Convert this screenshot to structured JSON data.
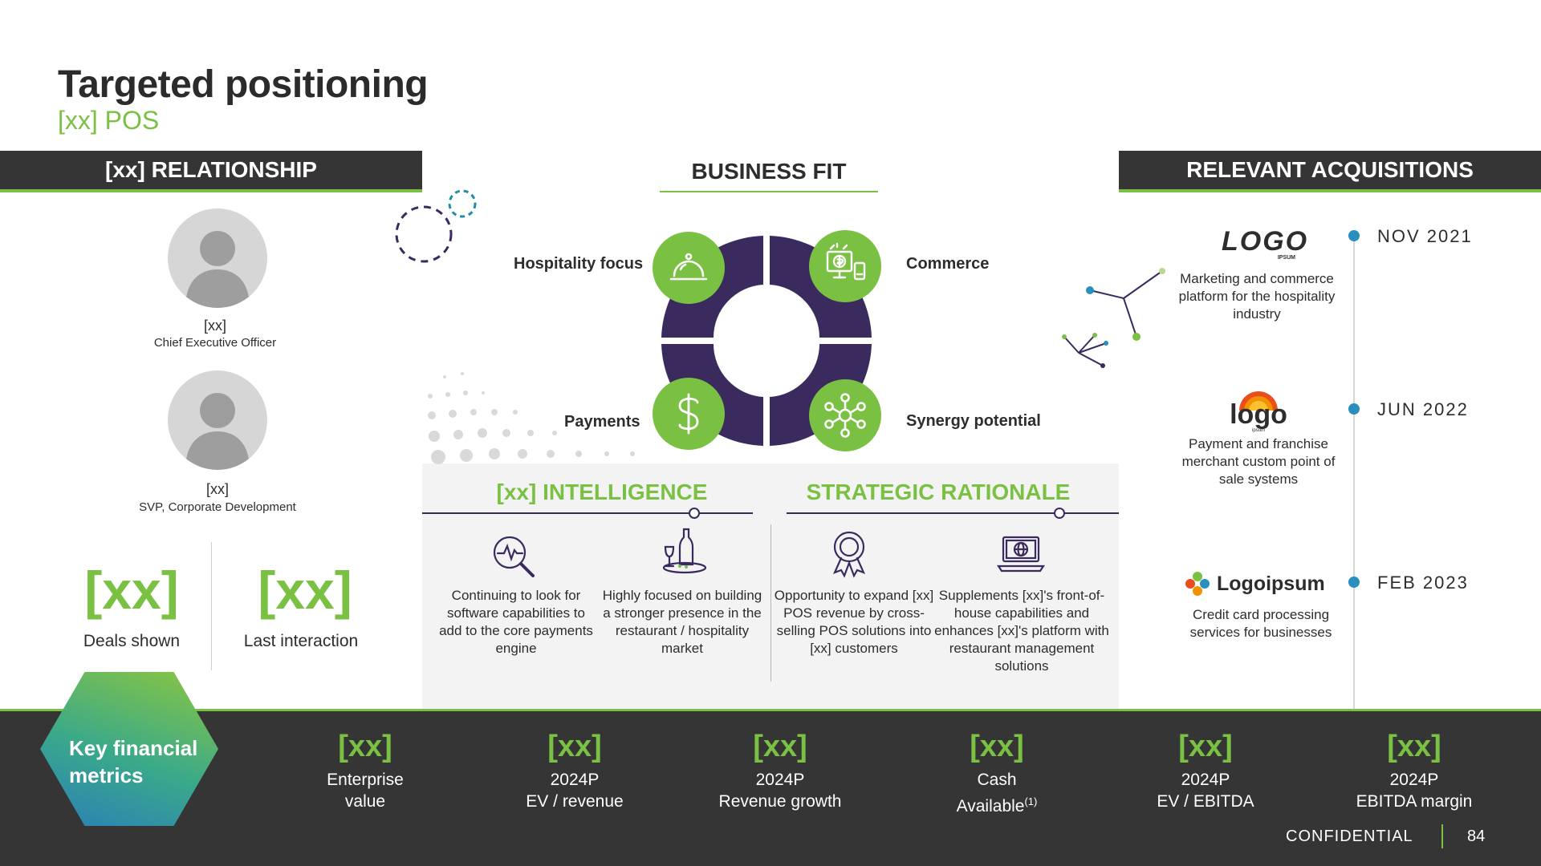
{
  "header": {
    "title": "Targeted positioning",
    "subtitle": "[xx] POS"
  },
  "relationship": {
    "title": "[xx] RELATIONSHIP",
    "people": [
      {
        "name": "[xx]",
        "role": "Chief Executive Officer"
      },
      {
        "name": "[xx]",
        "role": "SVP, Corporate Development"
      }
    ],
    "stats": [
      {
        "value": "[xx]",
        "label": "Deals shown"
      },
      {
        "value": "[xx]",
        "label": "Last interaction"
      }
    ]
  },
  "business_fit": {
    "title": "BUSINESS FIT",
    "items": [
      {
        "label": "Hospitality focus",
        "icon": "service-bell-icon"
      },
      {
        "label": "Commerce",
        "icon": "commerce-icon"
      },
      {
        "label": "Payments",
        "icon": "dollar-icon"
      },
      {
        "label": "Synergy potential",
        "icon": "network-icon"
      }
    ]
  },
  "intelligence": {
    "title": "[xx] INTELLIGENCE",
    "points": [
      {
        "text": "Continuing to look for software capabilities to add to the core payments engine",
        "icon": "analytics-search-icon"
      },
      {
        "text": "Highly focused on building a stronger presence in the restaurant / hospitality market",
        "icon": "restaurant-icon"
      }
    ]
  },
  "strategic": {
    "title": "STRATEGIC RATIONALE",
    "points": [
      {
        "text": "Opportunity to expand [xx] POS revenue by cross-selling POS solutions into [xx] customers",
        "icon": "award-icon"
      },
      {
        "text": "Supplements [xx]'s front-of-house capabilities and enhances [xx]'s platform with restaurant management solutions",
        "icon": "laptop-globe-icon"
      }
    ]
  },
  "acquisitions": {
    "title": "RELEVANT ACQUISITIONS",
    "items": [
      {
        "date": "NOV 2021",
        "logo_text": "LOGO",
        "logo_sub": "IPSUM",
        "description": "Marketing and commerce platform for the hospitality industry"
      },
      {
        "date": "JUN 2022",
        "logo_text": "logo",
        "logo_sub": "ipsum",
        "description": "Payment and franchise merchant custom point of sale systems"
      },
      {
        "date": "FEB 2023",
        "logo_text": "Logoipsum",
        "description": "Credit card processing services for businesses"
      }
    ]
  },
  "financials": {
    "title": "Key financial metrics",
    "metrics": [
      {
        "value": "[xx]",
        "label_line1": "Enterprise",
        "label_line2": "value"
      },
      {
        "value": "[xx]",
        "label_line1": "2024P",
        "label_line2": "EV / revenue"
      },
      {
        "value": "[xx]",
        "label_line1": "2024P",
        "label_line2": "Revenue growth"
      },
      {
        "value": "[xx]",
        "label_line1": "Cash",
        "label_line2": "Available",
        "footnote": "(1)"
      },
      {
        "value": "[xx]",
        "label_line1": "2024P",
        "label_line2": "EV / EBITDA"
      },
      {
        "value": "[xx]",
        "label_line1": "2024P",
        "label_line2": "EBITDA margin"
      }
    ]
  },
  "footer": {
    "confidential": "CONFIDENTIAL",
    "page": "84"
  },
  "colors": {
    "accent_green": "#7ac143",
    "dark": "#353535",
    "purple": "#3b2a5e",
    "blue": "#2a8fbd"
  }
}
